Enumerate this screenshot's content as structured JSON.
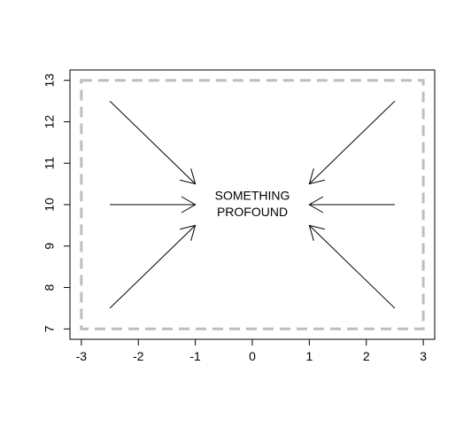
{
  "chart_data": {
    "type": "scatter",
    "title": "",
    "xlabel": "",
    "ylabel": "",
    "xlim": [
      -3.2,
      3.2
    ],
    "ylim": [
      6.75,
      13.25
    ],
    "x_ticks": [
      -3,
      -2,
      -1,
      0,
      1,
      2,
      3
    ],
    "y_ticks": [
      7,
      8,
      9,
      10,
      11,
      12,
      13
    ],
    "grid": false,
    "annotations": [
      {
        "text": "SOMETHING",
        "x": 0,
        "y": 10.2
      },
      {
        "text": "PROFOUND",
        "x": 0,
        "y": 9.8
      }
    ],
    "arrows": [
      {
        "from": [
          -2.5,
          12.5
        ],
        "to": [
          -1,
          10.5
        ]
      },
      {
        "from": [
          -2.5,
          10
        ],
        "to": [
          -1,
          10
        ]
      },
      {
        "from": [
          -2.5,
          7.5
        ],
        "to": [
          -1,
          9.5
        ]
      },
      {
        "from": [
          2.5,
          12.5
        ],
        "to": [
          1,
          10.5
        ]
      },
      {
        "from": [
          2.5,
          10
        ],
        "to": [
          1,
          10
        ]
      },
      {
        "from": [
          2.5,
          7.5
        ],
        "to": [
          1,
          9.5
        ]
      }
    ],
    "dashed_rectangle": {
      "x": [
        -3,
        3
      ],
      "y": [
        7,
        13
      ],
      "color": "#bebebe"
    },
    "colors": {
      "arrow": "#000000",
      "frame": "#000000",
      "dashed_rect": "#bebebe"
    }
  }
}
